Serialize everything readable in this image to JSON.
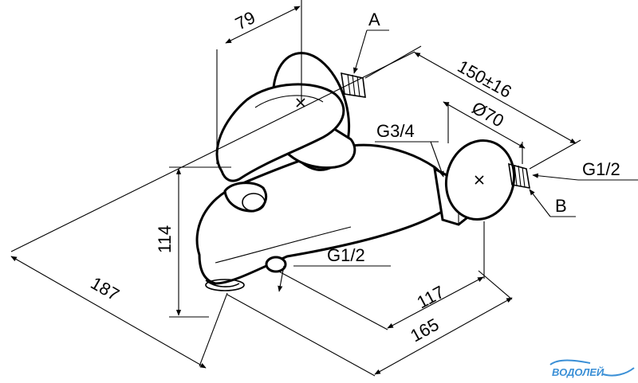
{
  "dimensions": {
    "d79": "79",
    "d150": "150±16",
    "d70": "Ø70",
    "d114": "114",
    "d187": "187",
    "d117": "117",
    "d165": "165"
  },
  "callouts": {
    "a": "A",
    "b": "B",
    "g34": "G3/4",
    "g12_right": "G1/2",
    "g12_bottom": "G1/2"
  },
  "logo": {
    "text": "ВОДОЛЕЙ",
    "color": "#3a8fd6"
  }
}
